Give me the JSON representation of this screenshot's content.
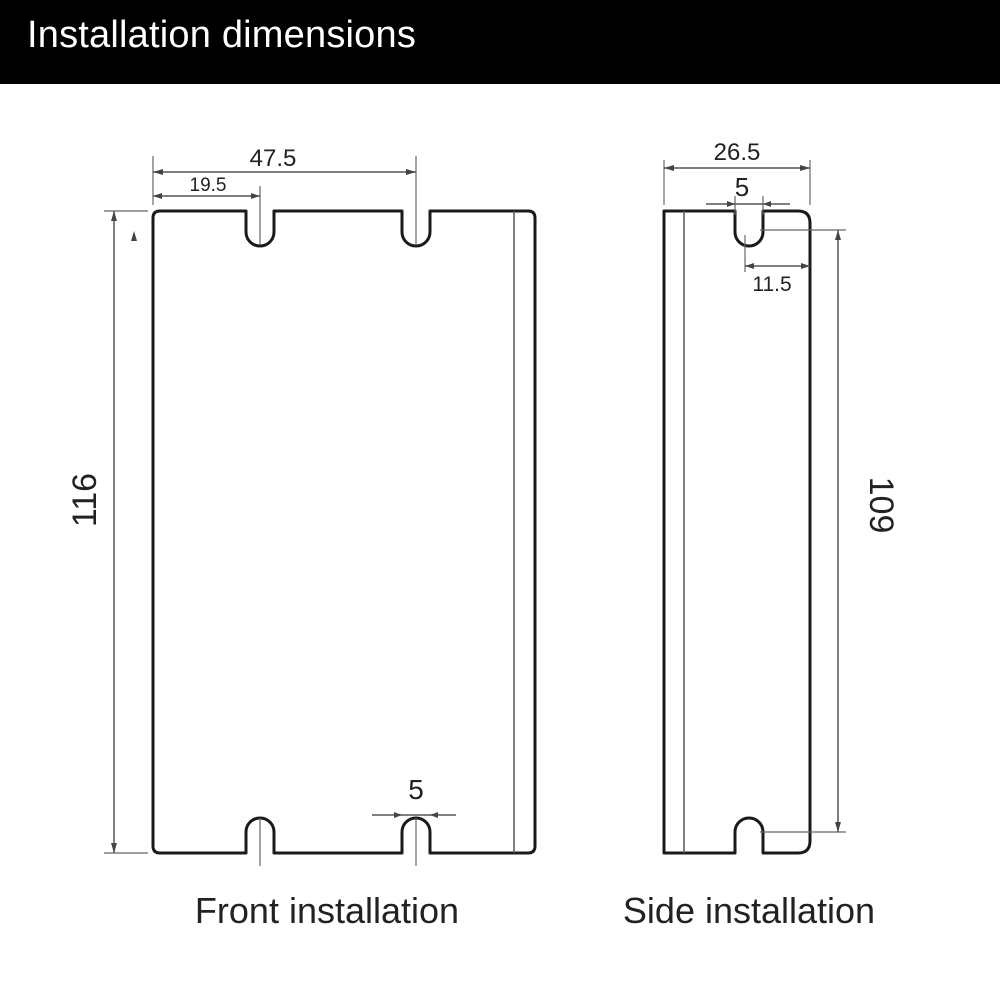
{
  "header": {
    "title": "Installation dimensions"
  },
  "front": {
    "caption": "Front installation",
    "dims": {
      "width": "47.5",
      "hole_offset": "19.5",
      "height": "116",
      "slot_width": "5"
    }
  },
  "side": {
    "caption": "Side installation",
    "dims": {
      "width": "26.5",
      "slot_width": "5",
      "slot_offset": "11.5",
      "hole_spacing": "109"
    }
  },
  "colors": {
    "header_bg": "#000000",
    "header_text": "#ffffff",
    "line": "#1a1a1a"
  }
}
